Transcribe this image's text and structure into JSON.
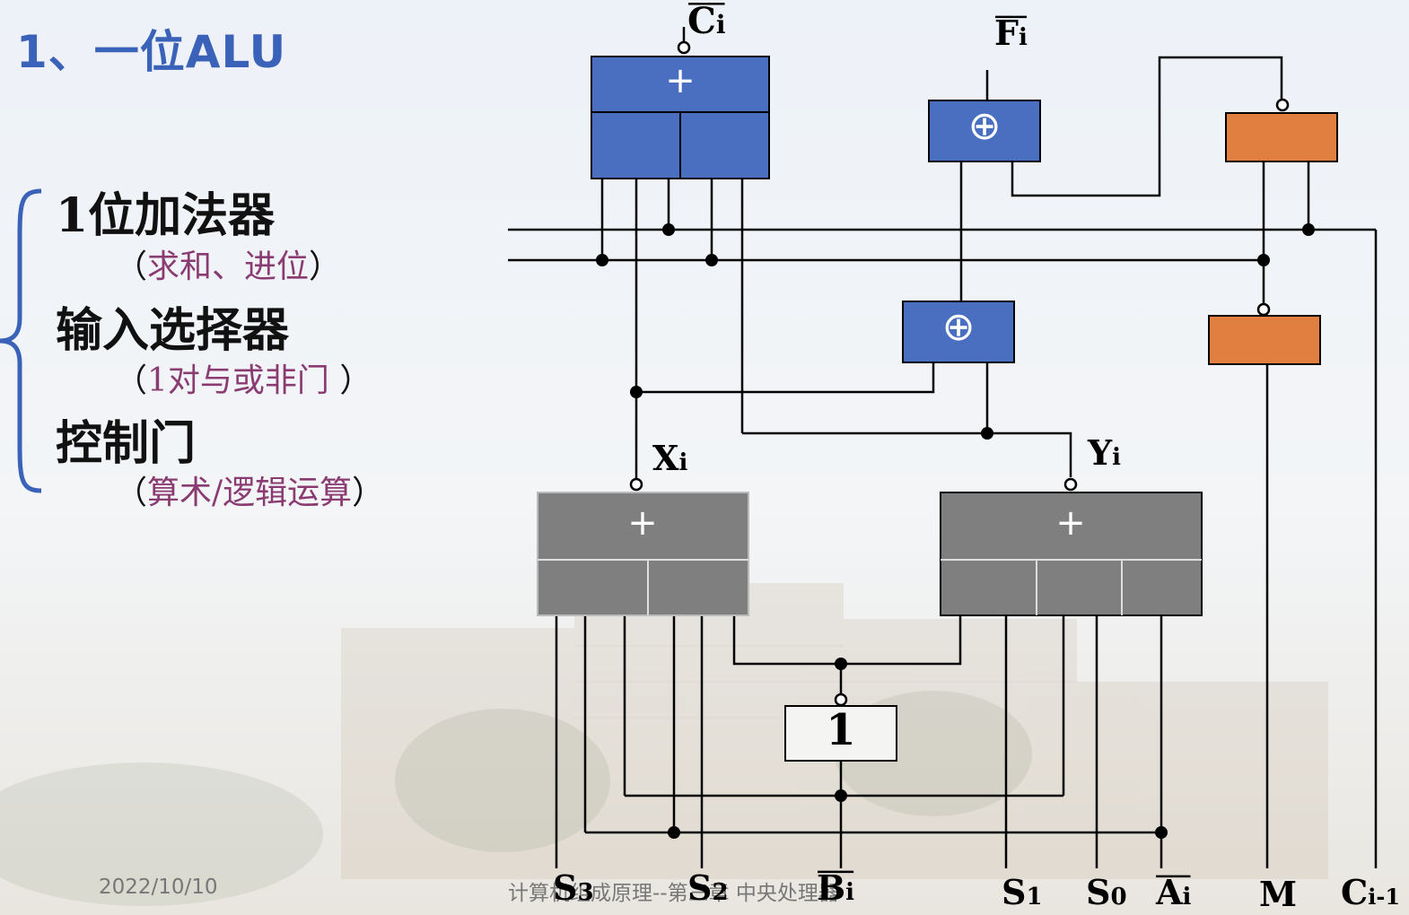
{
  "title": "1、一位ALU",
  "components": [
    {
      "name": "1位加法器",
      "detail": "求和、进位"
    },
    {
      "name": "输入选择器",
      "detail": "1对与或非门 "
    },
    {
      "name": "控制门",
      "detail": "算术/逻辑运算"
    }
  ],
  "footer": {
    "date": "2022/10/10",
    "course": "计算机组成原理--第三章 中央处理器"
  },
  "diagram": {
    "signals": {
      "ci": {
        "base": "C",
        "sub": "i",
        "overbar": true
      },
      "fi": {
        "base": "F",
        "sub": "i",
        "overbar": true
      },
      "xi": {
        "base": "X",
        "sub": "i",
        "overbar": false
      },
      "yi": {
        "base": "Y",
        "sub": "i",
        "overbar": false
      },
      "s3": {
        "base": "S",
        "sub": "3",
        "overbar": false
      },
      "s2": {
        "base": "S",
        "sub": "2",
        "overbar": false
      },
      "bi": {
        "base": "B",
        "sub": "i",
        "overbar": true
      },
      "s1": {
        "base": "S",
        "sub": "1",
        "overbar": false
      },
      "s0": {
        "base": "S",
        "sub": "0",
        "overbar": false
      },
      "ai": {
        "base": "A",
        "sub": "i",
        "overbar": true
      },
      "m": {
        "base": "M",
        "sub": "",
        "overbar": false
      },
      "ci_1": {
        "base": "C",
        "sub": "i-1",
        "overbar": false
      }
    },
    "gate_symbols": {
      "or": "+",
      "xor": "⊕",
      "not": "1"
    },
    "colors": {
      "blue_gate": "#4a6fc0",
      "orange_gate": "#e07f3f",
      "gray_gate": "#7f7f7f",
      "title": "#3a62b8",
      "detail_text": "#8a3c72"
    }
  }
}
